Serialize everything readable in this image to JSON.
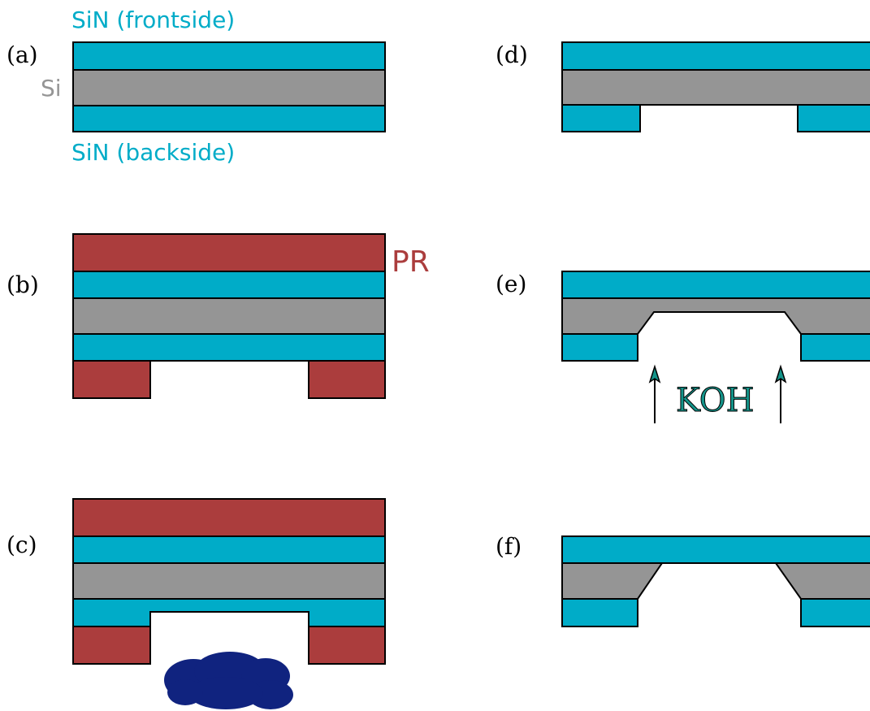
{
  "colors": {
    "sin": "#00acc8",
    "si": "#959595",
    "photoresist": "#ab3d3d",
    "etch_cloud": "#10237f",
    "koh": "#14948a"
  },
  "labels": {
    "sin_frontside": "SiN (frontside)",
    "si": "Si",
    "sin_backside": "SiN (backside)",
    "pr": "PR",
    "koh": "KOH"
  },
  "panels": {
    "a": "(a)",
    "b": "(b)",
    "c": "(c)",
    "d": "(d)",
    "e": "(e)",
    "f": "(f)"
  },
  "icons": {
    "etch_cloud": "plasma-etch-cloud-icon",
    "koh_arrow": "up-arrow-icon"
  }
}
